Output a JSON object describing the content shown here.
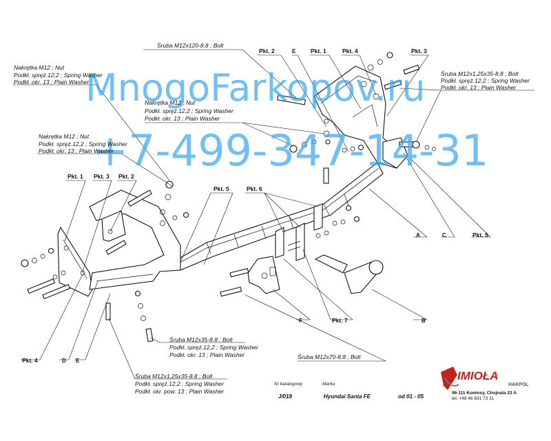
{
  "labels": {
    "bolt_m12x120": "Śruba M12x120-8.8 ;  Bolt",
    "nut_m12_top": "Nakrętka  M12 ;  Nut",
    "spring_top": "Podkł. spręż.12,2 ;  Spring Washer",
    "plain_top": "Podkł. okr. 13 ;  Plain Washer",
    "nut_m12_mid": "Nakrętka  M12 ;  Nut",
    "spring_mid": "Podkł. spręż.12,2 ;  Spring Washer",
    "plain_mid": "Podkł. okr. 13 ;  Plain Washer",
    "nut_m12_left": "Nakrętka  M12 ;  Nut",
    "spring_left": "Podkł. spręż.12,2 ;  Spring Washer",
    "plain_left": "Podkł. okr. 13 ;  Plain Washer",
    "bolt_m12x125_right": "Śruba M12x1,25x35-8.8 ;  Bolt",
    "spring_right": "Podkł. spręż.12,2 ;  Spring Washer",
    "plain_right": "Podkł. okr. 13 ;  Plain Washer",
    "bolt_m12x35": "Śruba M12x35-8.8 ;  Bolt",
    "spring_m12x35": "Podkł. spręż.12,2 ;  Spring Washer",
    "plain_m12x35": "Podkł. okr. 13 ;  Plain Washer",
    "bolt_m12x70": "Śruba M12x70-8.8 ;  Bolt",
    "bolt_m12x125_bottom": "Śruba M12x1,25x35-8.8 ;  Bolt",
    "spring_bottom": "Podkł. spręż.12,2 ;  Spring Washer",
    "plain_bottom": "Podkł. okr. pow. 13 ;  Plain Washer"
  },
  "points": {
    "pkt1_top": "Pkt. 1",
    "pkt2_top": "Pkt. 2",
    "pkt3_top": "Pkt. 3",
    "pkt4_top": "Pkt. 4",
    "pkt1_left": "Pkt. 1",
    "pkt2_left": "Pkt. 2",
    "pkt3_left": "Pkt. 3",
    "pkt4_left": "Pkt. 4",
    "pkt5_mid": "Pkt. 5",
    "pkt5_right": "Pkt. 5",
    "pkt6": "Pkt. 6",
    "pkt7": "Pkt. 7"
  },
  "letters": {
    "A": "A",
    "B": "B",
    "C": "C",
    "D": "D",
    "E_top": "E",
    "E_bottom": "E",
    "F": "F"
  },
  "watermark": {
    "site": "MnogoFarkopov.ru",
    "phone": "+7-499-347-14-31"
  },
  "footer": {
    "catalog_label": "Nr katalogowy",
    "catalog_number": "J/018",
    "brand_label": "Marka",
    "model": "Hyundai Santa FE",
    "years": "od  01 - 05",
    "logo": "IMIOŁA",
    "logo_sub": "HAKPOL",
    "address": "96-111 Kowiesy, Chojnata 23 A",
    "phone": "tel. +48 46 831 73 31"
  }
}
